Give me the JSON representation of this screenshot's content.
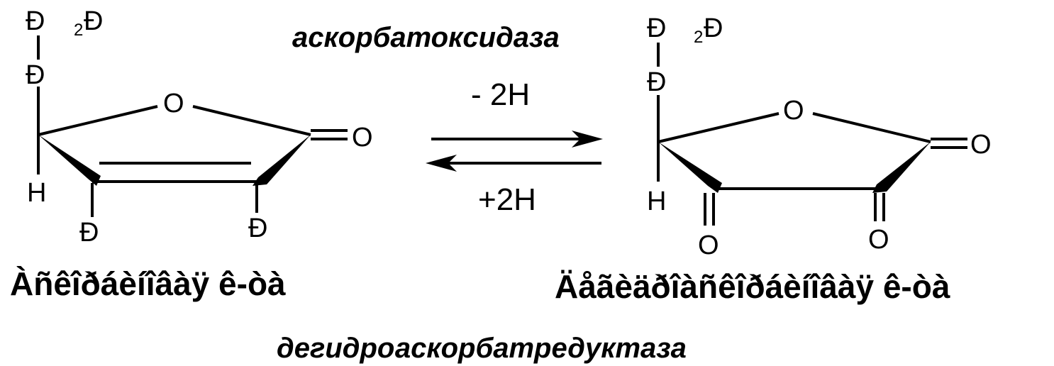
{
  "enzymes": {
    "forward": "аскорбатоксидаза",
    "reverse": "дегидроаскорбатредуктаза"
  },
  "arrows": {
    "forward_label": "- 2H",
    "reverse_label": "+2H"
  },
  "left_molecule": {
    "name": "Àñêîðáèíîâàÿ ê-òà",
    "atoms": {
      "top_c": "Ð",
      "subscript": "2",
      "top_c2": "Ð",
      "mid_c": "Ð",
      "ring_o": "O",
      "carbonyl_o": "O",
      "h": "H",
      "bottom_left": "Ð",
      "bottom_right": "Ð"
    }
  },
  "right_molecule": {
    "name": "Äåãèäðîàñêîðáèíîâàÿ ê-òà",
    "atoms": {
      "top_c": "Ð",
      "subscript": "2",
      "top_c2": "Ð",
      "mid_c": "Ð",
      "ring_o": "O",
      "carbonyl_o": "O",
      "h": "H",
      "keto_o_left": "O",
      "keto_o_right": "O"
    }
  }
}
